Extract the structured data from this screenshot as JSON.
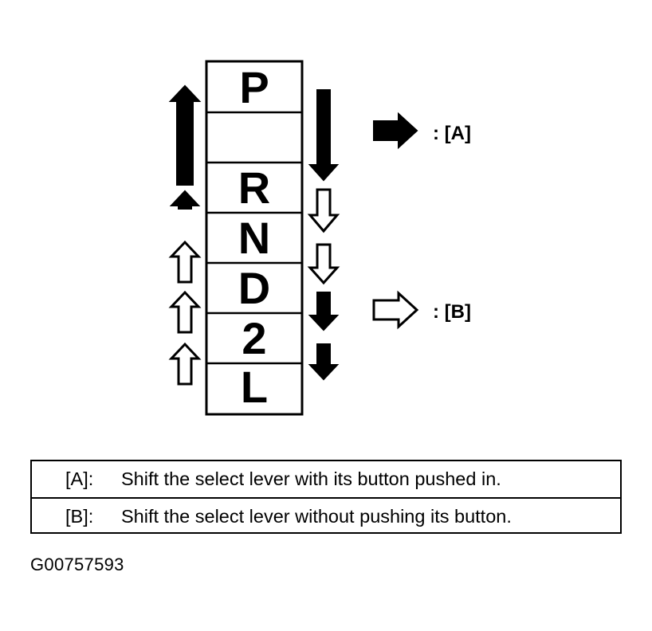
{
  "gates": [
    {
      "label": "P"
    },
    {
      "label": ""
    },
    {
      "label": "R"
    },
    {
      "label": "N"
    },
    {
      "label": "D"
    },
    {
      "label": "2"
    },
    {
      "label": "L"
    }
  ],
  "legend_symbols": {
    "filled": {
      "label": ": [A]"
    },
    "outline": {
      "label": ": [B]"
    }
  },
  "legend_table": [
    {
      "key": "[A]:",
      "text": "Shift the select lever with its button pushed in."
    },
    {
      "key": "[B]:",
      "text": "Shift the select lever without pushing its button."
    }
  ],
  "figure_id": "G00757593",
  "colors": {
    "line": "#000000",
    "background": "#ffffff"
  }
}
